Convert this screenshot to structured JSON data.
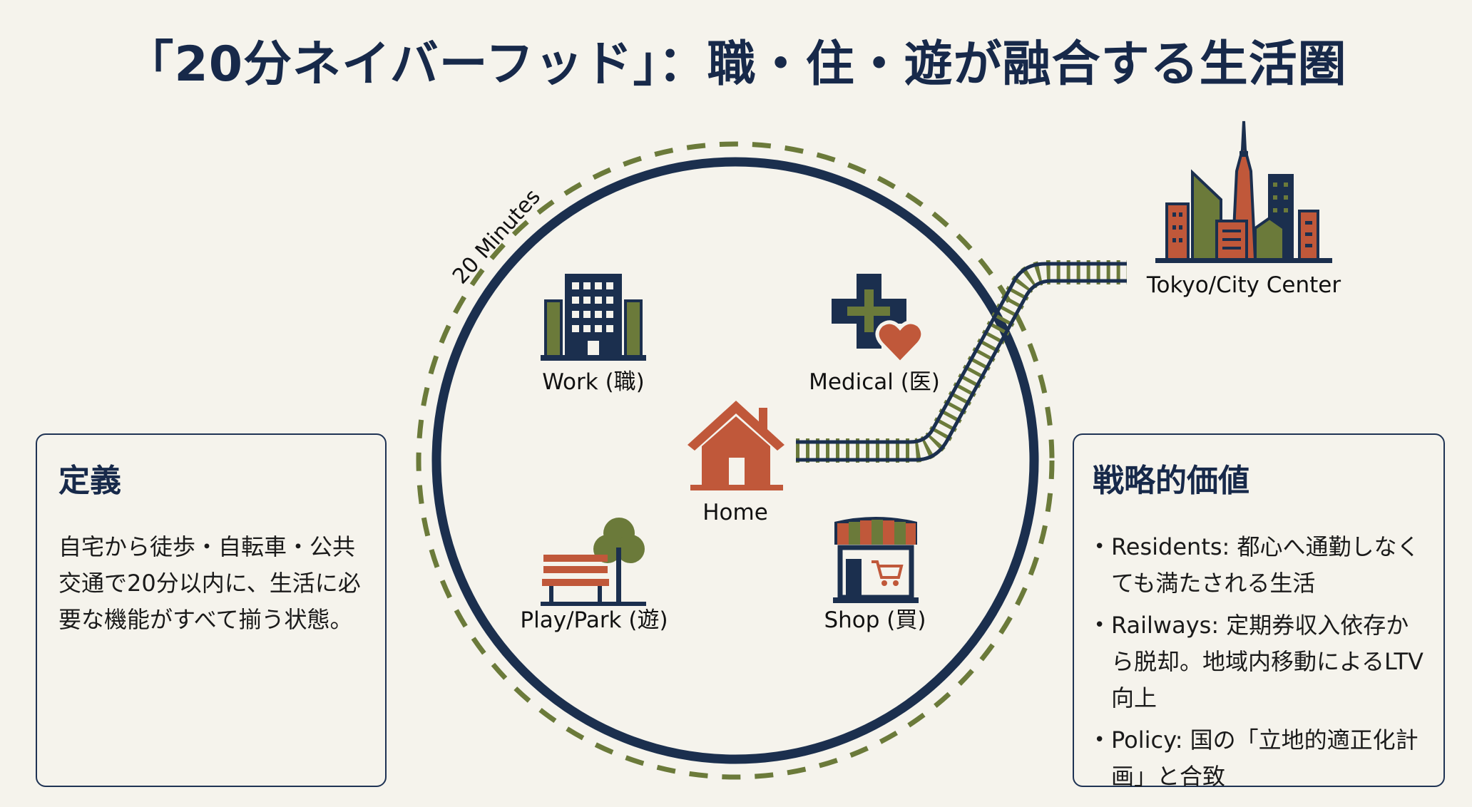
{
  "title": "「20分ネイバーフッド」：職・住・遊が融合する生活圏",
  "diagram": {
    "radius_label": "20 Minutes",
    "nodes": {
      "work": "Work (職)",
      "medical": "Medical (医)",
      "home": "Home",
      "park": "Play/Park (遊)",
      "shop": "Shop (買)"
    },
    "city_label": "Tokyo/City Center",
    "colors": {
      "navy": "#1b2f4e",
      "green": "#6b7a3a",
      "orange": "#c0583a",
      "background": "#f5f3ec"
    }
  },
  "definition": {
    "heading": "定義",
    "body": "自宅から徒歩・自転車・公共交通で20分以内に、生活に必要な機能がすべて揃う状態。"
  },
  "strategic_value": {
    "heading": "戦略的価値",
    "items": [
      "Residents: 都心へ通勤しなくても満たされる生活",
      "Railways: 定期券収入依存から脱却。地域内移動によるLTV向上",
      "Policy: 国の「立地的適正化計画」と合致"
    ]
  }
}
